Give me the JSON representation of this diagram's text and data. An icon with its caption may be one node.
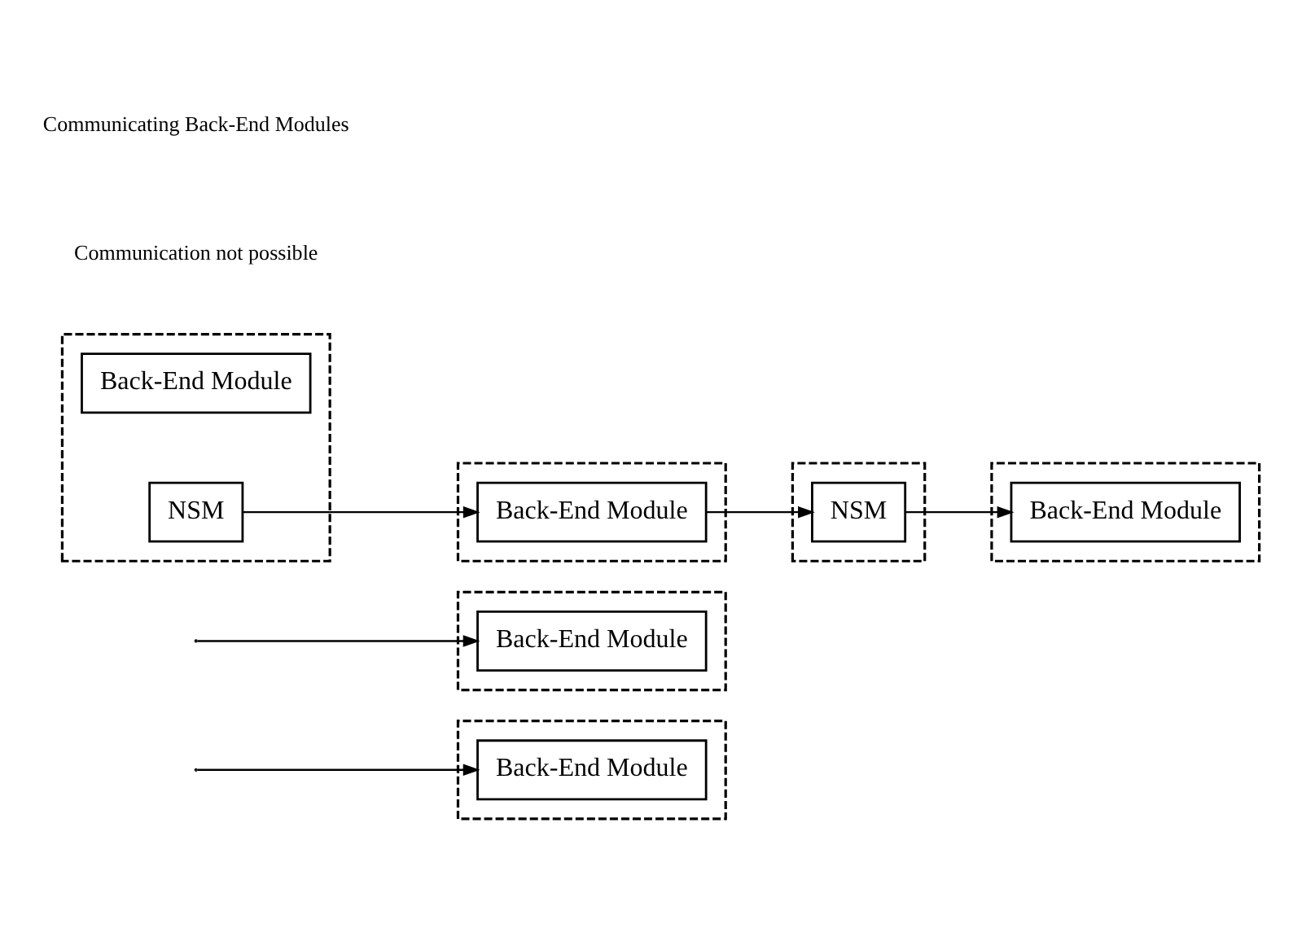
{
  "diagram": {
    "nodes": [
      {
        "text": [],
        "shape": "box"
      },
      {
        "text": [
          "Back-End Module"
        ],
        "in": 0
      },
      {
        "text": [],
        "shape": "box"
      },
      {
        "text": [
          "Back-End Module"
        ],
        "in": 2
      },
      {
        "text": [],
        "shape": "box"
      },
      {
        "text": [
          "Back-End Module"
        ],
        "in": 4
      },
      {
        "text": [
          "NSM"
        ],
        "in": 4
      },
      {
        "text": [],
        "shape": "box"
      },
      {
        "text": [
          "Back-End Module"
        ],
        "in": 7
      },
      {
        "text": [],
        "shape": "box"
      },
      {
        "text": [
          "Back-End Module"
        ],
        "in": 9
      },
      {
        "text": [],
        "shape": "box"
      },
      {
        "text": [
          "NSM"
        ],
        "in": 11
      }
    ],
    "edges": [
      {
        "from": null,
        "to": 1,
        "arrow": "to"
      },
      {
        "from": null,
        "to": 3,
        "arrow": "to"
      },
      {
        "from": 6,
        "to": 8,
        "arrow": "to"
      },
      {
        "from": 8,
        "to": 12,
        "arrow": "to"
      },
      {
        "from": 12,
        "to": 10,
        "arrow": "to"
      }
    ],
    "labels": [
      "Communication not possible",
      "Communicating Back-End Modules"
    ]
  }
}
